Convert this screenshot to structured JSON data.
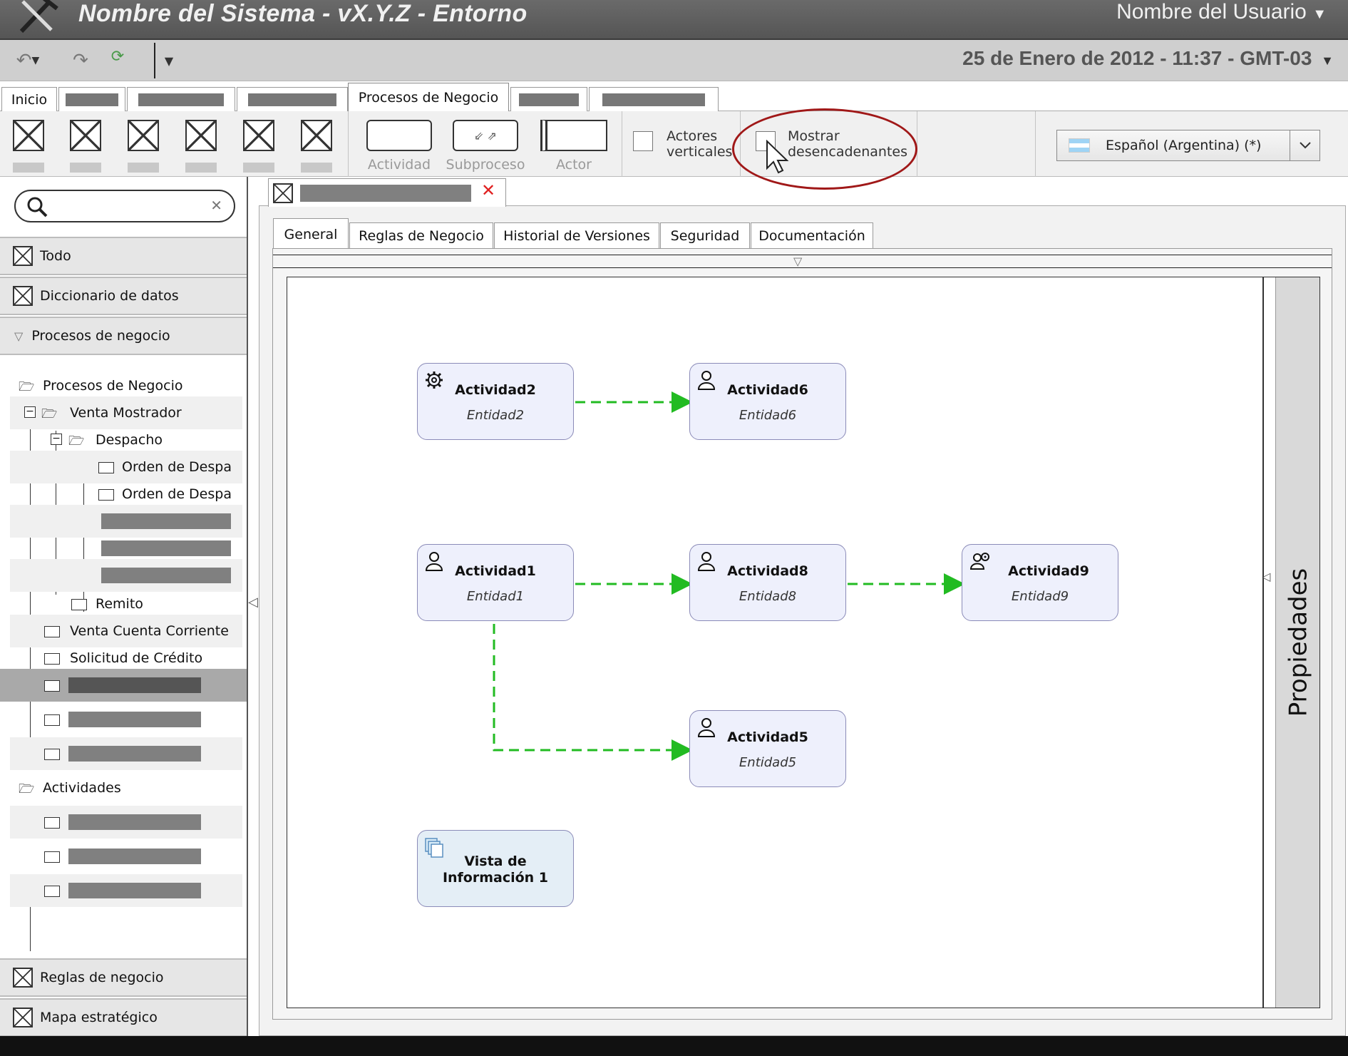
{
  "app": {
    "title": "Nombre del Sistema - vX.Y.Z - Entorno",
    "user_name": "Nombre del Usuario",
    "datetime": "25 de Enero de 2012 - 11:37 - GMT-03"
  },
  "ribbon": {
    "tabs": [
      {
        "label": "Inicio",
        "placeholder": false
      },
      {
        "label": "",
        "placeholder": true
      },
      {
        "label": "",
        "placeholder": true
      },
      {
        "label": "",
        "placeholder": true
      },
      {
        "label": "Procesos de Negocio",
        "placeholder": false,
        "active": true
      },
      {
        "label": "",
        "placeholder": true
      },
      {
        "label": "",
        "placeholder": true
      }
    ],
    "shapes": {
      "activity": "Actividad",
      "subprocess": "Subproceso",
      "actor": "Actor"
    },
    "checkboxes": {
      "vertical_actors_line1": "Actores",
      "vertical_actors_line2": "verticales",
      "show_triggers_line1": "Mostrar",
      "show_triggers_line2": "desencadenantes"
    },
    "language": "Español (Argentina) (*)"
  },
  "sidebar": {
    "search_placeholder": "",
    "sections": {
      "all": "Todo",
      "data_dictionary": "Diccionario de datos",
      "business_processes": "Procesos de negocio",
      "business_rules": "Reglas de negocio",
      "strategic_map": "Mapa estratégico"
    },
    "tree": {
      "root": "Procesos de Negocio",
      "venta_mostrador": "Venta Mostrador",
      "despacho": "Despacho",
      "orden1": "Orden de Despa",
      "orden2": "Orden de Despa",
      "remito": "Remito",
      "venta_cc": "Venta Cuenta Corriente",
      "solicitud": "Solicitud de Crédito",
      "actividades": "Actividades"
    }
  },
  "editor": {
    "tabs": [
      "General",
      "Reglas de Negocio",
      "Historial de Versiones",
      "Seguridad",
      "Documentación"
    ],
    "properties_label": "Propiedades",
    "nodes": [
      {
        "id": "a2",
        "title": "Actividad2",
        "subtitle": "Entidad2",
        "icon": "gear-icon"
      },
      {
        "id": "a6",
        "title": "Actividad6",
        "subtitle": "Entidad6",
        "icon": "user-icon"
      },
      {
        "id": "a1",
        "title": "Actividad1",
        "subtitle": "Entidad1",
        "icon": "user-icon"
      },
      {
        "id": "a8",
        "title": "Actividad8",
        "subtitle": "Entidad8",
        "icon": "user-icon"
      },
      {
        "id": "a9",
        "title": "Actividad9",
        "subtitle": "Entidad9",
        "icon": "user-gear-icon"
      },
      {
        "id": "a5",
        "title": "Actividad5",
        "subtitle": "Entidad5",
        "icon": "user-icon"
      }
    ],
    "info_view": {
      "line1": "Vista de",
      "line2": "Información 1"
    },
    "connector_color": "#22bb22"
  }
}
